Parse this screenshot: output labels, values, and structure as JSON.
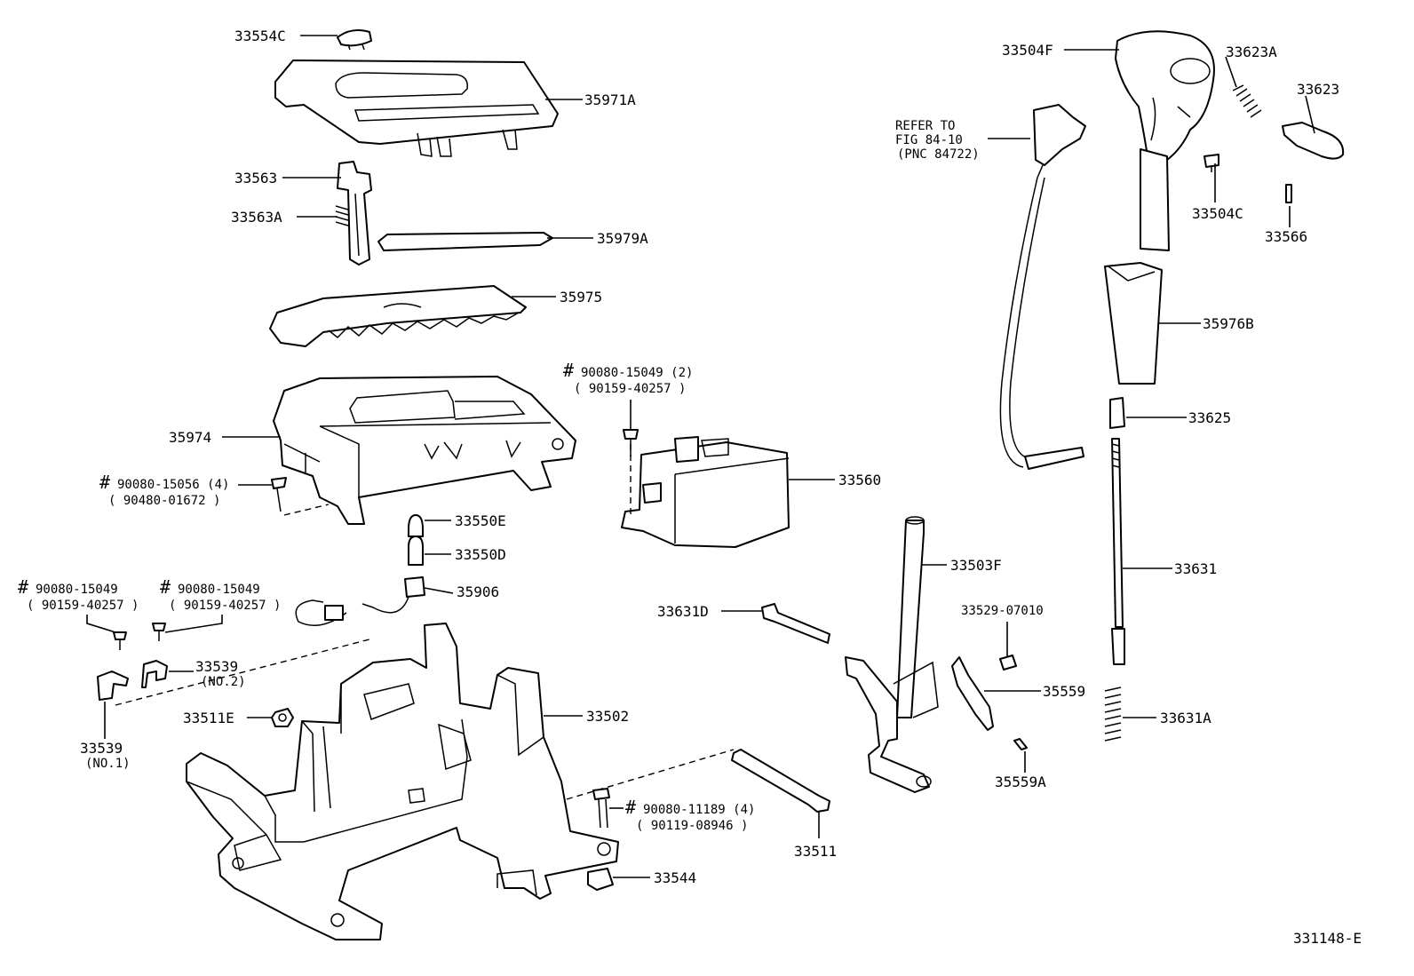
{
  "labels": {
    "p33554C": "33554C",
    "p35971A": "35971A",
    "p33563": "33563",
    "p33563A": "33563A",
    "p35979A": "35979A",
    "p35975": "35975",
    "p35974": "35974",
    "b1_l1": "90080-15056 (4)",
    "b1_l2": "( 90480-01672 )",
    "p33550E": "33550E",
    "p33550D": "33550D",
    "p35906": "35906",
    "b2_l1": "90080-15049",
    "b2_l2": "( 90159-40257 )",
    "b3_l1": "90080-15049",
    "b3_l2": "( 90159-40257 )",
    "p33539_2_a": "33539",
    "p33539_2_b": "(NO.2)",
    "p33539_1_a": "33539",
    "p33539_1_b": "(NO.1)",
    "p33511E": "33511E",
    "p33502": "33502",
    "b4_l1": "90080-11189 (4)",
    "b4_l2": "( 90119-08946 )",
    "p33544": "33544",
    "p33511": "33511",
    "b5_l1": "90080-15049 (2)",
    "b5_l2": "( 90159-40257 )",
    "p33560": "33560",
    "p33631D": "33631D",
    "p33503F": "33503F",
    "ref_l1": "REFER TO",
    "ref_l2": "FIG 84-10",
    "ref_l3": "(PNC 84722)",
    "p33504F": "33504F",
    "p33623A": "33623A",
    "p33623": "33623",
    "p33504C": "33504C",
    "p33566": "33566",
    "p35976B": "35976B",
    "p33625": "33625",
    "p33631": "33631",
    "p33529": "33529-07010",
    "p35559": "35559",
    "p35559A": "35559A",
    "p33631A": "33631A",
    "figure_id": "331148-E",
    "hash": "#"
  }
}
